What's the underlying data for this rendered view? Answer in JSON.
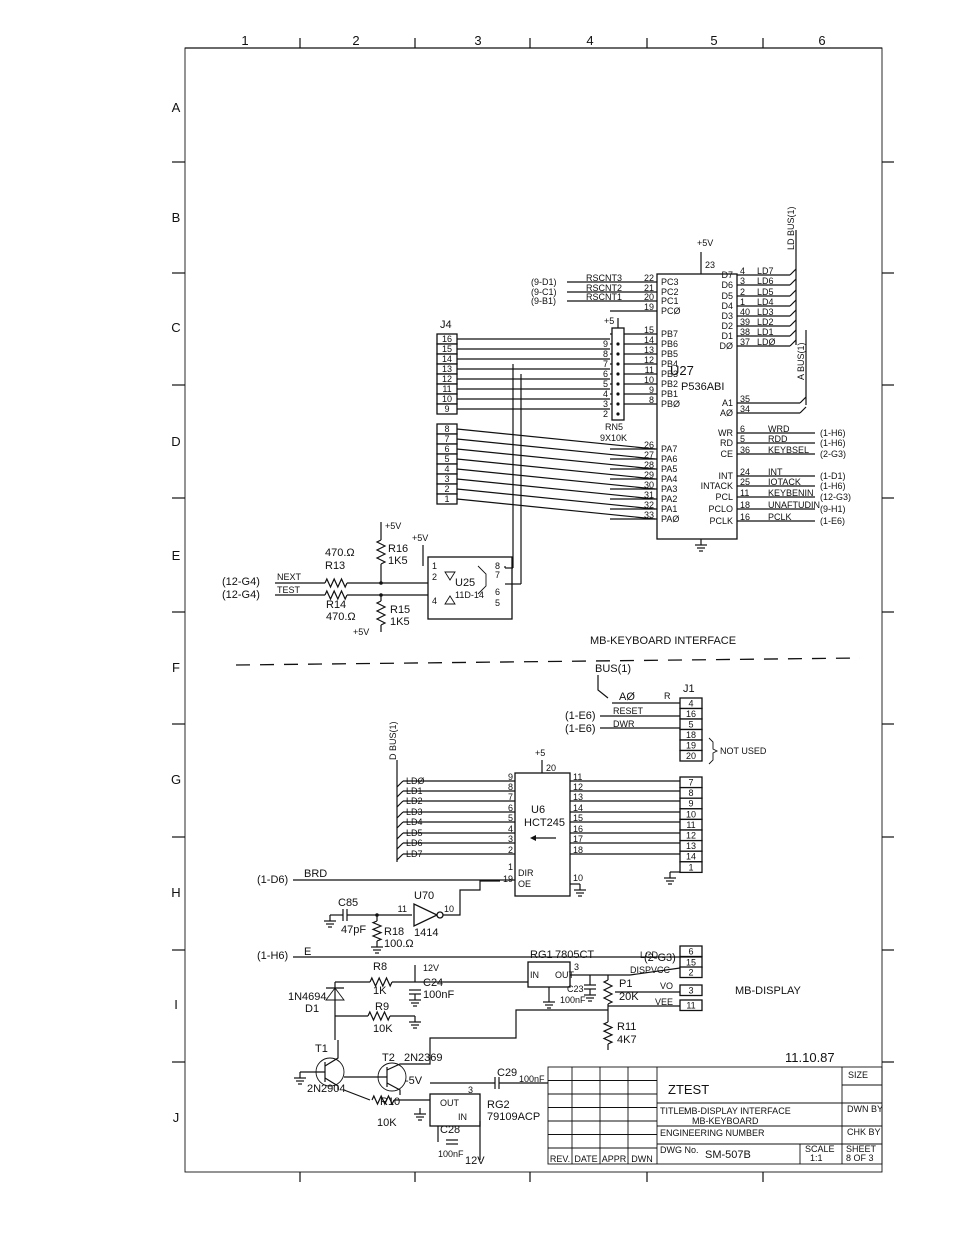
{
  "border": {
    "columns": [
      "1",
      "2",
      "3",
      "4",
      "5",
      "6"
    ],
    "rows": [
      "A",
      "B",
      "C",
      "D",
      "E",
      "F",
      "G",
      "H",
      "I",
      "J"
    ]
  },
  "keyboard": {
    "section_title": "MB-KEYBOARD INTERFACE",
    "u27_ref": "U27",
    "u27_part": "P536ABI",
    "vcc": "+5V",
    "vcc_pin": "23",
    "left_pins": [
      {
        "num": "22",
        "name": "PC3"
      },
      {
        "num": "21",
        "name": "PC2"
      },
      {
        "num": "20",
        "name": "PC1"
      },
      {
        "num": "19",
        "name": "PCØ"
      },
      {
        "num": "15",
        "name": "PB7"
      },
      {
        "num": "14",
        "name": "PB6"
      },
      {
        "num": "13",
        "name": "PB5"
      },
      {
        "num": "12",
        "name": "PB4"
      },
      {
        "num": "11",
        "name": "PB3"
      },
      {
        "num": "10",
        "name": "PB2"
      },
      {
        "num": "9",
        "name": "PB1"
      },
      {
        "num": "8",
        "name": "PBØ"
      },
      {
        "num": "26",
        "name": "PA7"
      },
      {
        "num": "27",
        "name": "PA6"
      },
      {
        "num": "28",
        "name": "PA5"
      },
      {
        "num": "29",
        "name": "PA4"
      },
      {
        "num": "30",
        "name": "PA3"
      },
      {
        "num": "31",
        "name": "PA2"
      },
      {
        "num": "32",
        "name": "PA1"
      },
      {
        "num": "33",
        "name": "PAØ"
      }
    ],
    "right_pins": [
      {
        "num": "4",
        "name": "D7",
        "sig": "LD7"
      },
      {
        "num": "3",
        "name": "D6",
        "sig": "LD6"
      },
      {
        "num": "2",
        "name": "D5",
        "sig": "LD5"
      },
      {
        "num": "1",
        "name": "D4",
        "sig": "LD4"
      },
      {
        "num": "40",
        "name": "D3",
        "sig": "LD3"
      },
      {
        "num": "39",
        "name": "D2",
        "sig": "LD2"
      },
      {
        "num": "38",
        "name": "D1",
        "sig": "LD1"
      },
      {
        "num": "37",
        "name": "DØ",
        "sig": "LDØ"
      }
    ],
    "addr_pins": [
      {
        "num": "35",
        "name": "A1"
      },
      {
        "num": "34",
        "name": "AØ"
      }
    ],
    "ctrl_pins": [
      {
        "num": "6",
        "name": "WR",
        "sig": "WRD",
        "ref": "(1-H6)"
      },
      {
        "num": "5",
        "name": "RD",
        "sig": "RDD",
        "ref": "(1-H6)"
      },
      {
        "num": "36",
        "name": "CE",
        "sig": "KEYBSEL",
        "ref": "(2-G3)"
      },
      {
        "num": "24",
        "name": "INT",
        "sig": "INT",
        "ref": "(1-D1)"
      },
      {
        "num": "25",
        "name": "INTACK",
        "sig": "IOTACK",
        "ref": "(1-H6)"
      },
      {
        "num": "11",
        "name": "PCL",
        "sig": "KEYBENIN",
        "ref": "(12-G3)"
      },
      {
        "num": "18",
        "name": "PCLO",
        "sig": "UNAFTUDIN",
        "ref": "(9-H1)"
      },
      {
        "num": "16",
        "name": "PCLK",
        "sig": "PCLK",
        "ref": "(1-E6)"
      }
    ],
    "rs_signals": [
      {
        "ref": "(9-D1)",
        "sig": "RSCNT3"
      },
      {
        "ref": "(9-C1)",
        "sig": "RSCNT2"
      },
      {
        "ref": "(9-B1)",
        "sig": "RSCNT1"
      }
    ],
    "ldbus_label": "LD BUS(1)",
    "abus_label": "A BUS(1)",
    "rn5_ref": "RN5",
    "rn5_value": "9X10K",
    "rn5_vcc": "+5",
    "rn5_pins": [
      "9",
      "8",
      "7",
      "6",
      "5",
      "4",
      "3",
      "2"
    ],
    "j4_ref": "J4",
    "j4_pins": [
      "16",
      "15",
      "14",
      "13",
      "12",
      "11",
      "10",
      "9",
      "",
      "8",
      "7",
      "6",
      "5",
      "4",
      "3",
      "2",
      "1"
    ],
    "u25_ref": "U25",
    "u25_part": "11D-14",
    "u25_vcc": "+5V",
    "u25_pins": [
      "1",
      "2",
      "4",
      "8",
      "7",
      "6",
      "5"
    ],
    "r13": {
      "ref": "R13",
      "value": "470.Ω"
    },
    "r14": {
      "ref": "R14",
      "value": "470.Ω"
    },
    "r16": {
      "ref": "R16",
      "value": "1K5",
      "vcc": "+5V"
    },
    "r15": {
      "ref": "R15",
      "value": "1K5",
      "vcc": "+5V"
    },
    "next": {
      "ref": "(12-G4)",
      "sig": "NEXT"
    },
    "test": {
      "ref": "(12-G4)",
      "sig": "TEST"
    }
  },
  "display": {
    "section_title": "MB-DISPLAY",
    "bus_ref": "BUS(1)",
    "a0_sig": "AØ",
    "a0_tag": "R",
    "j1_ref": "J1",
    "j1_top_pins": [
      "4",
      "16",
      "5",
      "18",
      "19",
      "20"
    ],
    "not_used": "NOT USED",
    "reset": {
      "ref": "(1-E6)",
      "sig": "RESET"
    },
    "dwr": {
      "ref": "(1-E6)",
      "sig": "DWR"
    },
    "dbus_label": "D BUS(1)",
    "u6_ref": "U6",
    "u6_part": "HCT245",
    "u6_vcc": "+5",
    "u6_vcc_pin": "20",
    "u6_in_pins": [
      {
        "num": "2",
        "sig": "LDØ"
      },
      {
        "num": "3",
        "sig": "LD1"
      },
      {
        "num": "4",
        "sig": "LD2"
      },
      {
        "num": "5",
        "sig": "LD3"
      },
      {
        "num": "6",
        "sig": "LD4"
      },
      {
        "num": "7",
        "sig": "LD5"
      },
      {
        "num": "8",
        "sig": "LD6"
      },
      {
        "num": "9",
        "sig": "LD7"
      }
    ],
    "u6_out_pins": [
      "11",
      "12",
      "13",
      "14",
      "15",
      "16",
      "17",
      "18"
    ],
    "u6_dir": "DIR",
    "u6_oe": "OE",
    "u6_dir_pin": "1",
    "u6_oe_pin": "19",
    "u6_gnd_pin": "10",
    "j1_data_pins": [
      "7",
      "8",
      "9",
      "10",
      "11",
      "12",
      "13",
      "14",
      "1"
    ],
    "brd": {
      "ref": "(1-D6)",
      "sig": "BRD"
    },
    "c85": {
      "ref": "C85",
      "value": "47pF"
    },
    "u70": {
      "ref": "U70",
      "part": "1414",
      "in_pin": "11",
      "out_pin": "10"
    },
    "r18": {
      "ref": "R18",
      "value": "100.Ω"
    },
    "e_sig": {
      "ref": "(1-H6)",
      "sig": "E"
    },
    "j1_e_pins": [
      "6",
      "15",
      "2",
      "3",
      "11"
    ],
    "r8": {
      "ref": "R8",
      "value": "1K"
    },
    "d1": {
      "ref": "D1",
      "part": "1N4694"
    },
    "r9": {
      "ref": "R9",
      "value": "10K"
    },
    "v12": "12V",
    "c24": {
      "ref": "C24",
      "value": "100nF"
    },
    "rg1": {
      "ref": "RG1",
      "part": "7805CT",
      "in": "IN",
      "out": "OUT",
      "pin": "3"
    },
    "c23": {
      "ref": "C23",
      "value": "100nF"
    },
    "p1": {
      "ref": "P1",
      "value": "20K"
    },
    "r11": {
      "ref": "R11",
      "value": "4K7"
    },
    "lcd": {
      "ref": "(2-G3)",
      "sig1": "LCD",
      "sig2": "DISPVCC",
      "v0": "VO",
      "vee": "VEE"
    },
    "t1": {
      "ref": "T1",
      "part": "2N2904"
    },
    "t2": {
      "ref": "T2",
      "part": "2N2369"
    },
    "neg5": "-5V",
    "r10": {
      "ref": "R10",
      "value": "10K"
    },
    "c29": {
      "ref": "C29",
      "value": "100nF"
    },
    "rg2": {
      "ref": "RG2",
      "part": "79109ACP",
      "out": "OUT",
      "in": "IN",
      "pin": "3"
    },
    "c28": {
      "ref": "C28",
      "value": "100nF"
    },
    "neg12": "12V"
  },
  "titleblock": {
    "date": "11.10.87",
    "company": "ZTEST",
    "title_label": "TITLE:",
    "title_line1": "MB-DISPLAY INTERFACE",
    "title_line2": "MB-KEYBOARD",
    "eng_label": "ENGINEERING NUMBER",
    "dwg_label": "DWG No.",
    "dwg_no": "SM-507B",
    "size_label": "SIZE",
    "dwn_label": "DWN BY",
    "chk_label": "CHK BY",
    "scale_label": "SCALE",
    "scale_value": "1:1",
    "sheet_label": "SHEET",
    "sheet_value": "8 OF 3",
    "rev": "REV.",
    "rev_date": "DATE",
    "appr": "APPR",
    "dwn": "DWN"
  }
}
